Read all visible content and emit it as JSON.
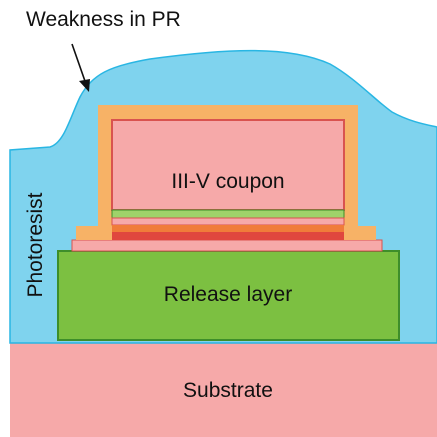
{
  "labels": {
    "annotation": "Weakness in PR",
    "coupon": "III-V coupon",
    "photoresist": "Photoresist",
    "release_layer": "Release layer",
    "substrate": "Substrate"
  },
  "colors": {
    "background": "#ffffff",
    "photoresist_fill": "#7fd3ee",
    "photoresist_stroke": "#29b6e3",
    "encapsulation_fill": "#f7b266",
    "coupon_fill": "#f6a9a9",
    "coupon_stroke": "#d9534f",
    "stack_green": "#9fd26a",
    "stack_orange": "#f07c3a",
    "stack_red": "#e0473e",
    "release_fill": "#7cc041",
    "release_stroke": "#3e8e2a",
    "substrate_fill": "#f6a9a9",
    "arrow": "#111111"
  }
}
